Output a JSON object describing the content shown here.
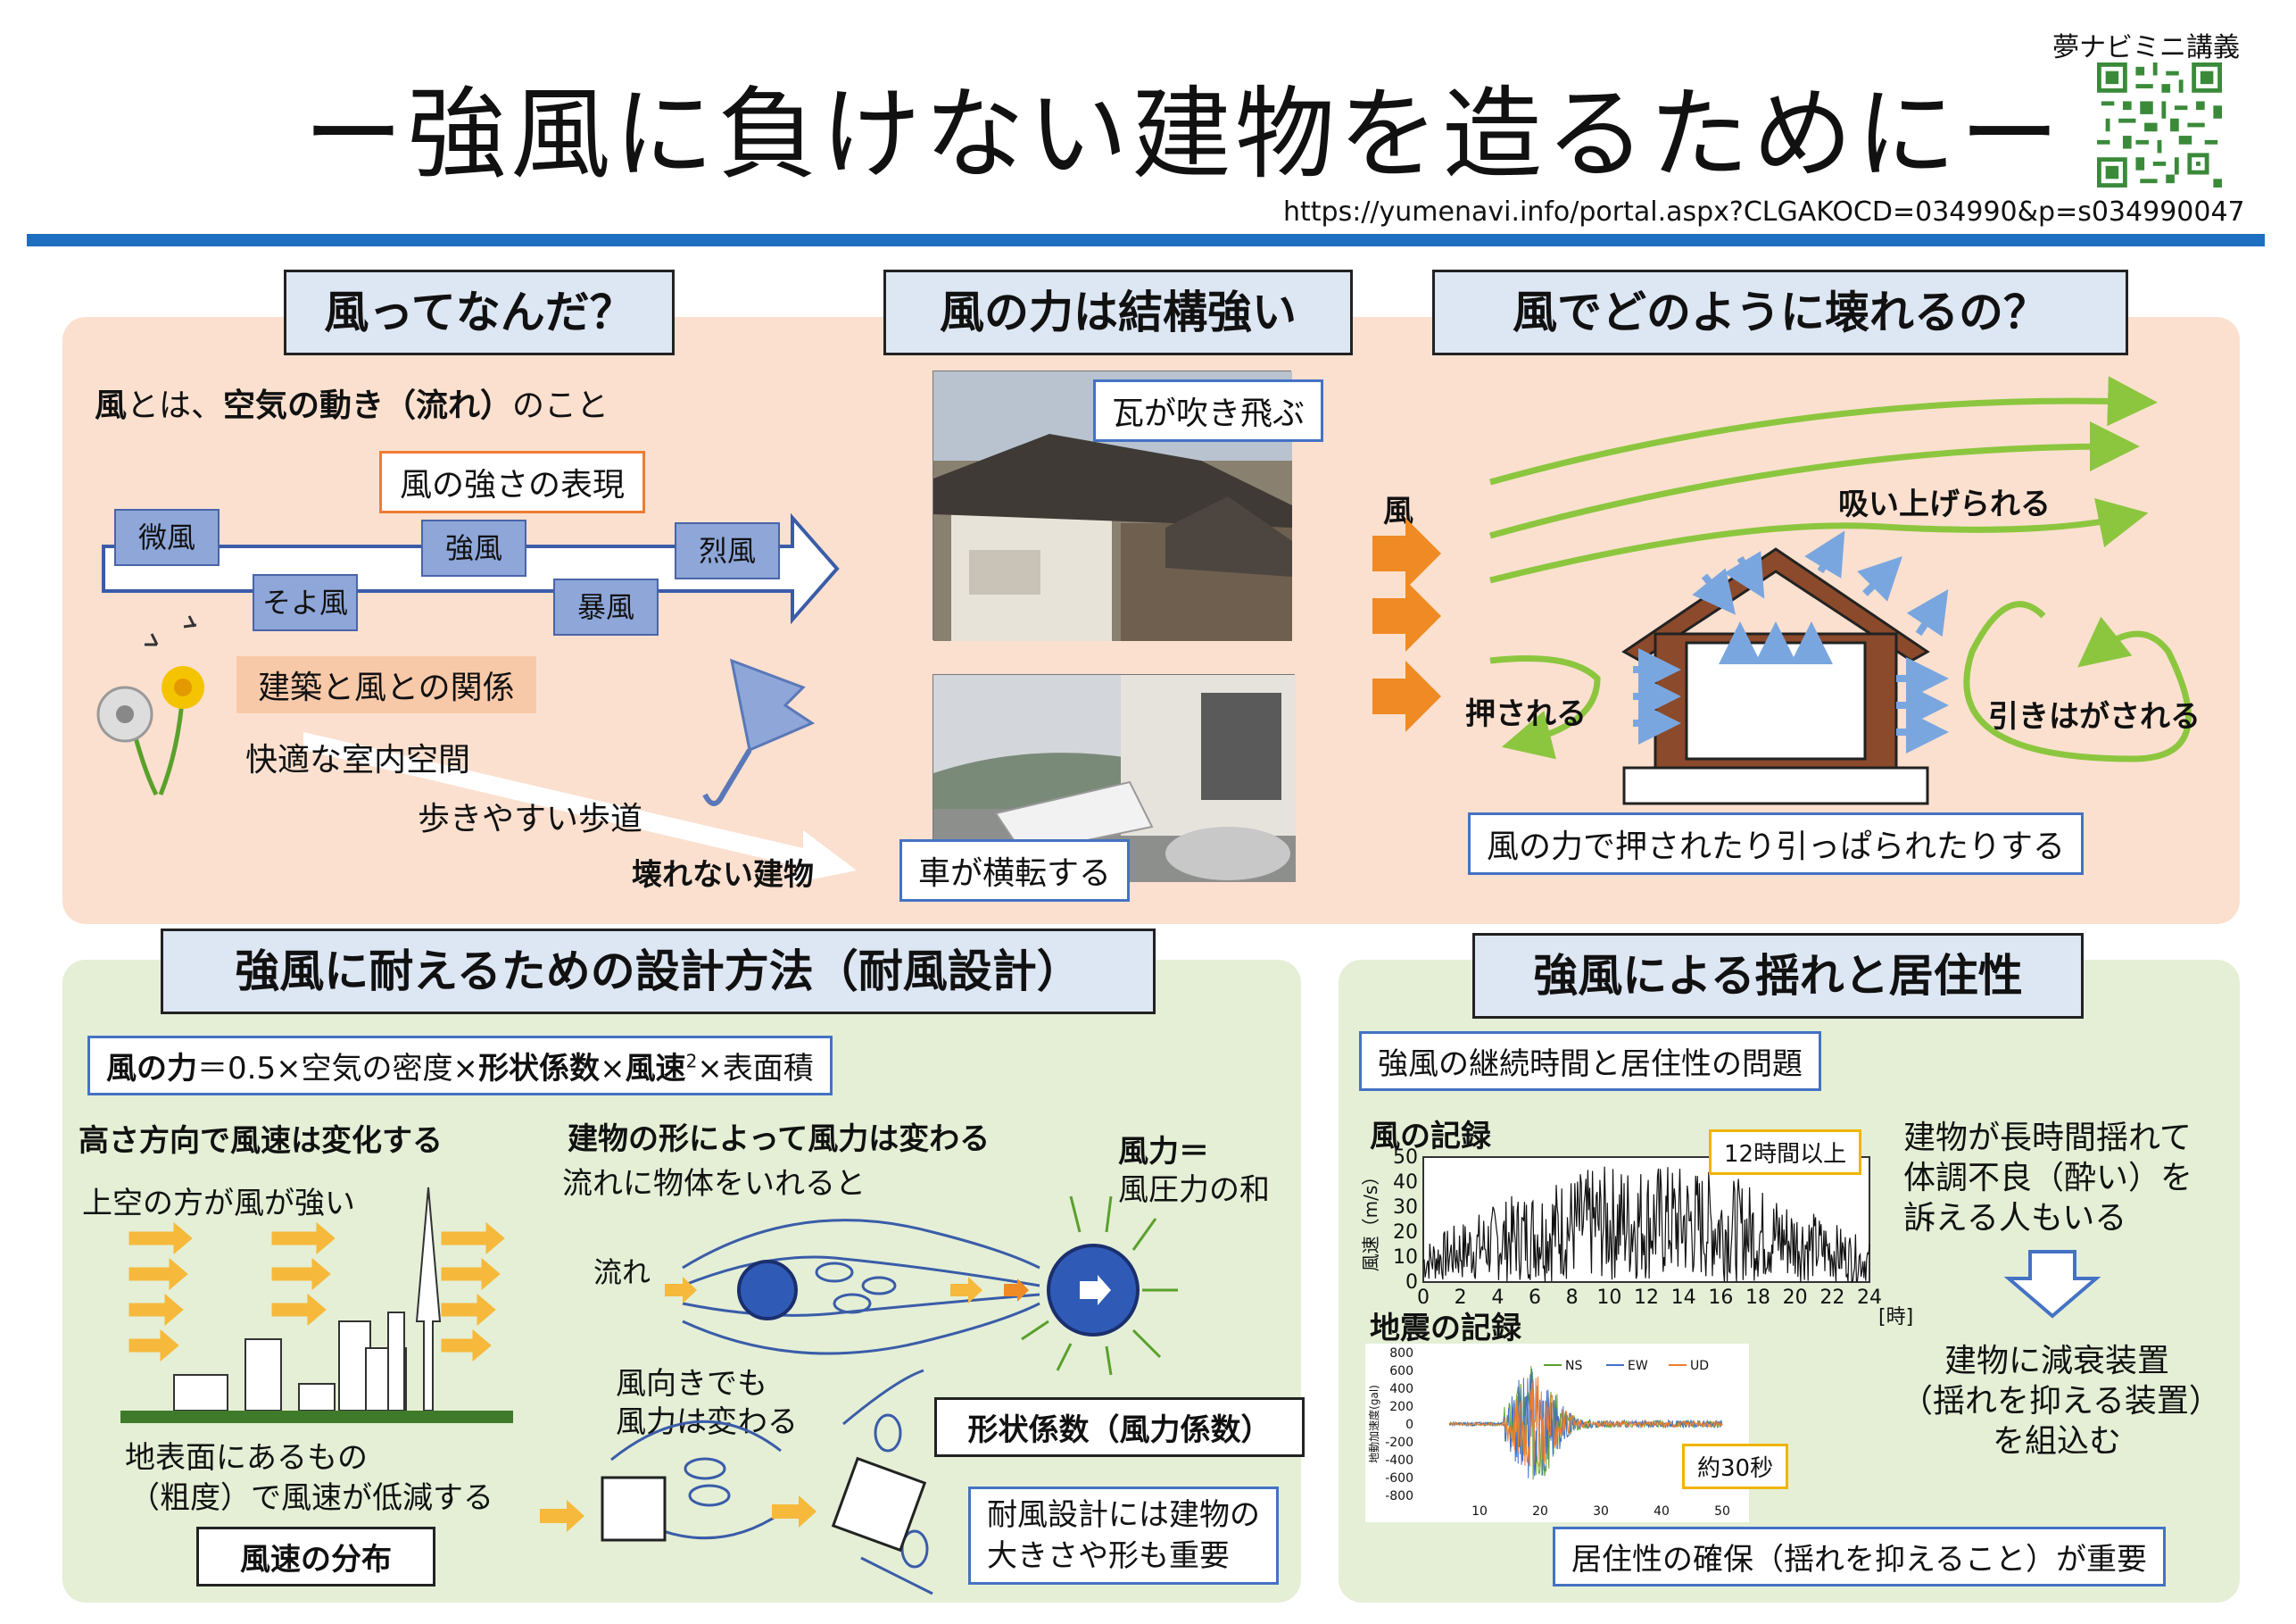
{
  "header": {
    "title": "ー強風に負けない建物を造るためにー",
    "qr_label": "夢ナビミニ講義",
    "url": "https://yumenavi.info/portal.aspx?CLGAKOCD=034990&p=s034990047"
  },
  "section1": {
    "title": "風ってなんだ？",
    "definition_prefix": "風",
    "definition_mid1": "とは、",
    "definition_bold": "空気の動き（流れ）",
    "definition_suffix": "のこと",
    "strength_label": "風の強さの表現",
    "scale": [
      "微風",
      "そよ風",
      "強風",
      "暴風",
      "烈風"
    ],
    "relation_label": "建築と風との関係",
    "relation_items": [
      "快適な室内空間",
      "歩きやすい歩道",
      "壊れない建物"
    ]
  },
  "section2": {
    "title": "風の力は結構強い",
    "photo1_caption": "瓦が吹き飛ぶ",
    "photo2_caption": "車が横転する"
  },
  "section3": {
    "title": "風でどのように壊れるの？",
    "wind_label": "風",
    "suction_label": "吸い上げられる",
    "push_label": "押される",
    "peel_label": "引きはがされる",
    "summary": "風の力で押されたり引っぱられたりする"
  },
  "section4": {
    "title": "強風に耐えるための設計方法（耐風設計）",
    "formula_bold1": "風の力",
    "formula_mid1": "＝0.5×空気の密度×",
    "formula_bold2": "形状係数",
    "formula_mid2": "×",
    "formula_bold3": "風速",
    "formula_sup": "2",
    "formula_end": "×表面積",
    "height_title": "高さ方向で風速は変化する",
    "height_note": "上空の方が風が強い",
    "ground_note1": "地表面にあるもの",
    "ground_note2": "（粗度）で風速が低減する",
    "speed_dist": "風速の分布",
    "shape_title": "建物の形によって風力は変わる",
    "shape_note": "流れに物体をいれると",
    "flow_label": "流れ",
    "force_label1": "風力＝",
    "force_label2": "風圧力の和",
    "direction_note1": "風向きでも",
    "direction_note2": "風力は変わる",
    "shape_coef": "形状係数（風力係数）",
    "design_note1": "耐風設計には建物の",
    "design_note2": "大きさや形も重要"
  },
  "section5": {
    "title": "強風による揺れと居住性",
    "subtitle": "強風の継続時間と居住性の問題",
    "wind_record": "風の記録",
    "wind_duration": "12時間以上",
    "quake_record": "地震の記録",
    "quake_duration": "約30秒",
    "sickness1": "建物が長時間揺れて",
    "sickness2": "体調不良（酔い）を",
    "sickness3": "訴える人もいる",
    "damper1": "建物に減衰装置",
    "damper2": "（揺れを抑える装置）",
    "damper3": "を組込む",
    "conclusion": "居住性の確保（揺れを抑えること）が重要"
  },
  "chart_data": [
    {
      "type": "line",
      "title": "風の記録",
      "ylabel": "風速（m/s）",
      "xlabel": "[時]",
      "x_ticks": [
        "0",
        "2",
        "4",
        "6",
        "8",
        "10",
        "12",
        "14",
        "16",
        "18",
        "20",
        "22",
        "24"
      ],
      "y_ticks": [
        "0",
        "10",
        "20",
        "30",
        "40",
        "50"
      ],
      "xlim": [
        0,
        24
      ],
      "ylim": [
        0,
        50
      ],
      "annotation": "12時間以上"
    },
    {
      "type": "line",
      "title": "地震の記録",
      "ylabel": "地動加速度(gal)",
      "x_ticks": [
        "10",
        "20",
        "30",
        "40",
        "50"
      ],
      "y_ticks": [
        "800",
        "600",
        "400",
        "200",
        "0",
        "-200",
        "-400",
        "-600",
        "-800"
      ],
      "xlim": [
        0,
        50
      ],
      "ylim": [
        -800,
        800
      ],
      "series": [
        {
          "name": "NS",
          "color": "#5aa02c"
        },
        {
          "name": "EW",
          "color": "#4472c4"
        },
        {
          "name": "UD",
          "color": "#ed7d31"
        }
      ],
      "annotation": "約30秒"
    }
  ],
  "colors": {
    "accent": "#1e6fbf",
    "panel_top": "#fbe0cf",
    "panel_bottom": "#e4efd6",
    "arrow_orange": "#f08a24",
    "flow_green": "#8cc63f"
  }
}
